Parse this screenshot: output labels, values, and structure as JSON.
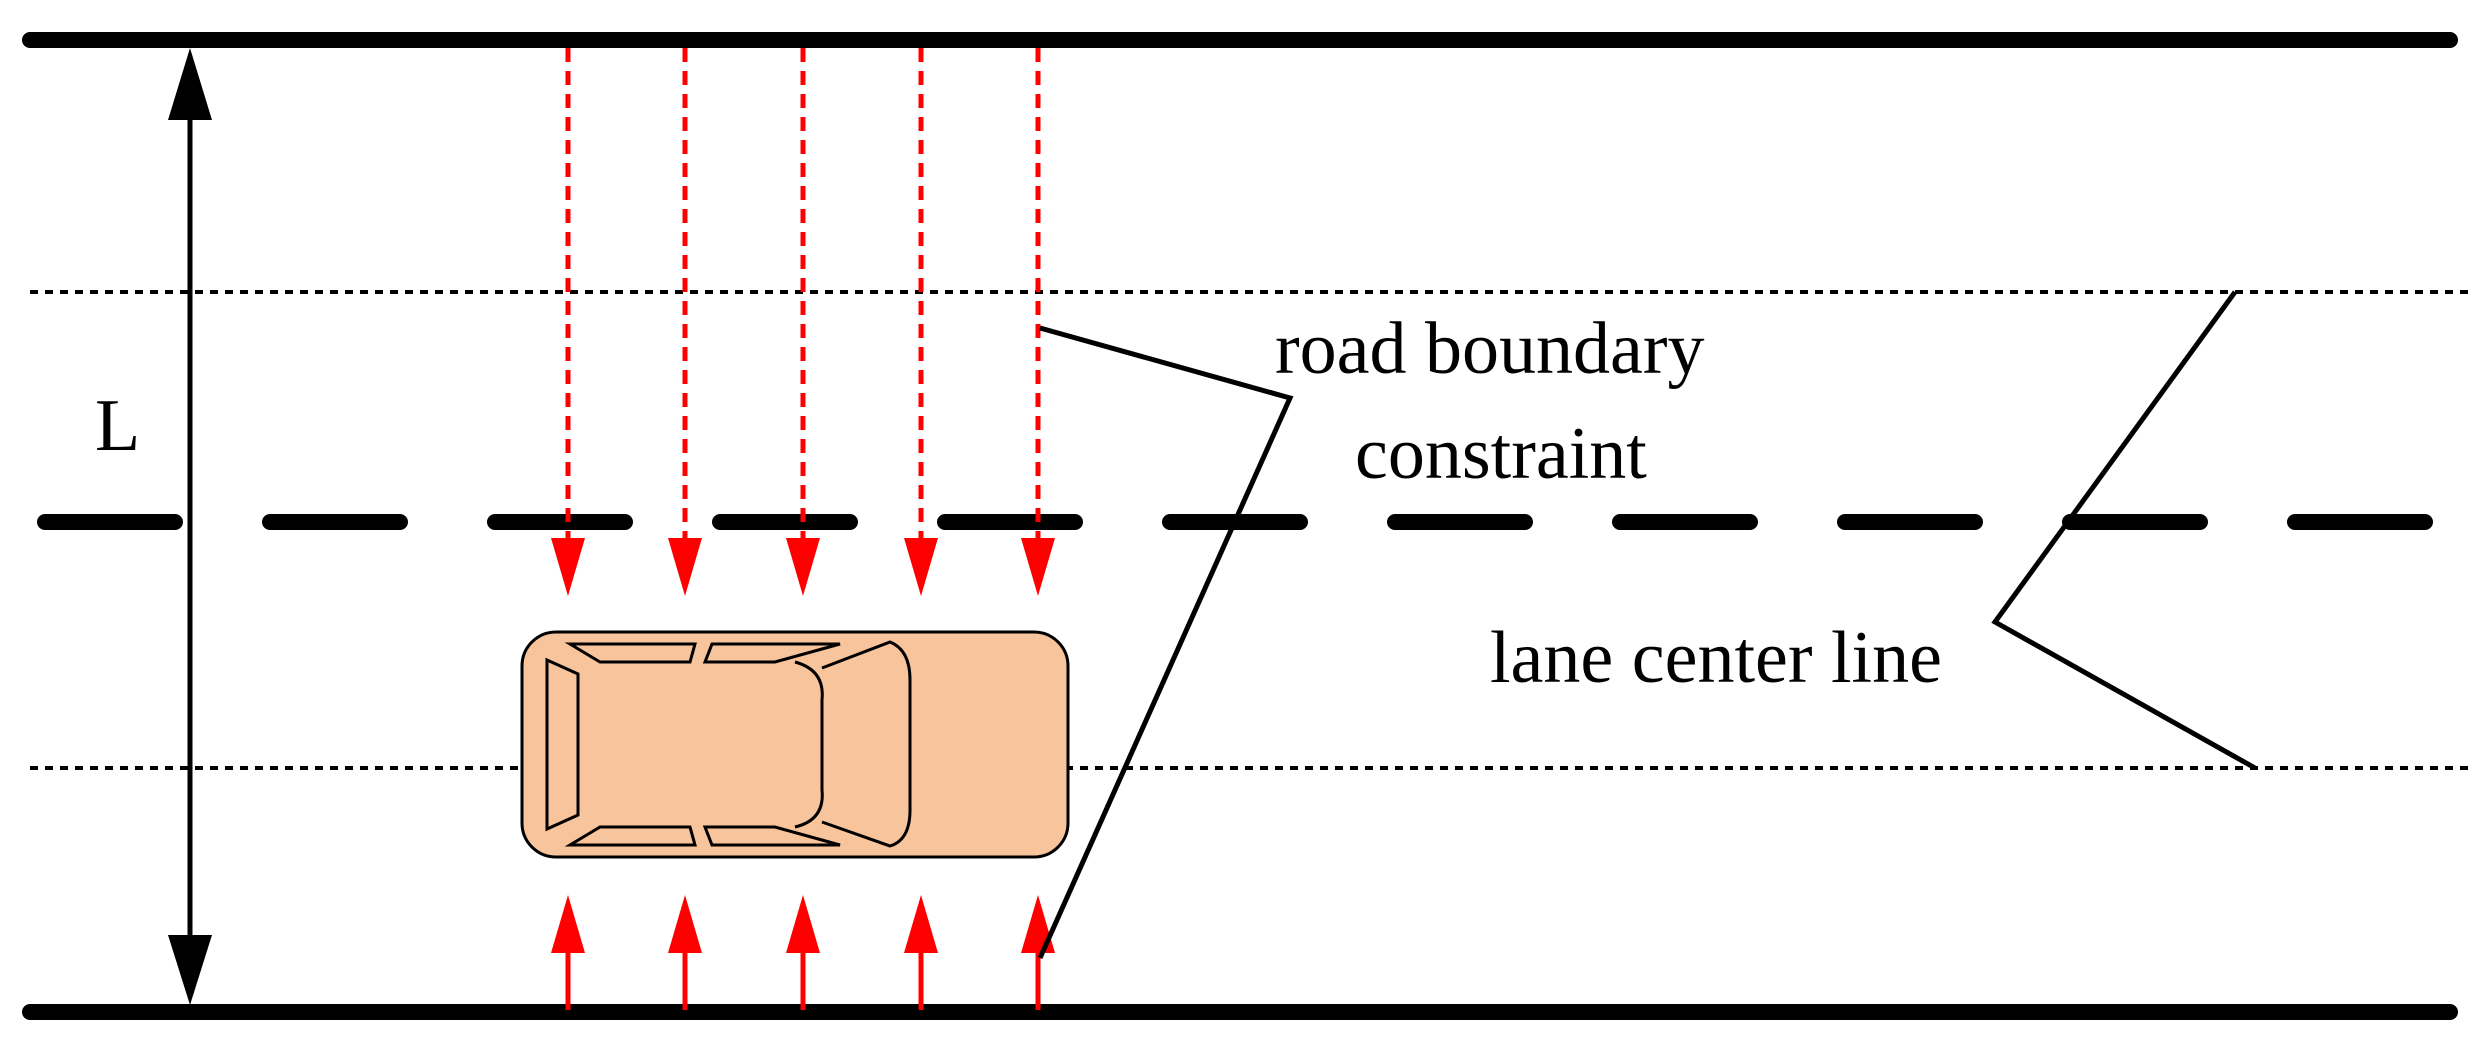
{
  "labels": {
    "width_symbol": "L",
    "boundary_line1": "road boundary",
    "boundary_line2": "constraint",
    "center_line": "lane center line"
  },
  "colors": {
    "constraint_arrow": "#ff0000",
    "car_fill": "#f8c49c",
    "line": "#000000"
  },
  "icons": {
    "vehicle": "car-top-view-icon",
    "constraint": "red-arrow-icon"
  }
}
